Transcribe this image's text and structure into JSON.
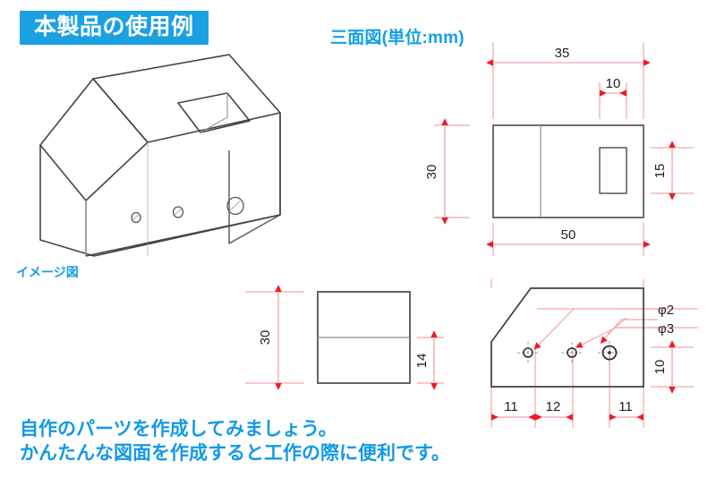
{
  "header": {
    "banner_title": "本製品の使用例",
    "banner_bg": "#1ba1e2",
    "drawing_title": "三面図(単位:mm)",
    "accent_color": "#14a0e6"
  },
  "isometric": {
    "caption": "イメージ図",
    "description": "chamfered-box-with-top-slot-and-three-front-holes",
    "line_color": "#444444"
  },
  "footer": {
    "line1": "自作のパーツを作成してみましょう。",
    "line2": "かんたんな図面を作成すると工作の際に便利です。"
  },
  "drawing_style": {
    "dimension_line_color": "#f7a3a8",
    "arrow_color": "#ee1b24",
    "outline_color": "#444444",
    "inner_line_color": "#888888"
  },
  "views": {
    "top": {
      "name": "top-view",
      "width_label": "50",
      "height_label": "30",
      "slot_offset_label": "35",
      "slot_width_label": "10",
      "slot_height_label": "15"
    },
    "side": {
      "name": "side-view",
      "height_label": "30",
      "lower_height_label": "14"
    },
    "front": {
      "name": "front-view",
      "hole_small_label": "φ2",
      "hole_large_label": "φ3",
      "height_label": "10",
      "dim_a_label": "11",
      "dim_b_label": "12",
      "dim_c_label": "11"
    }
  }
}
